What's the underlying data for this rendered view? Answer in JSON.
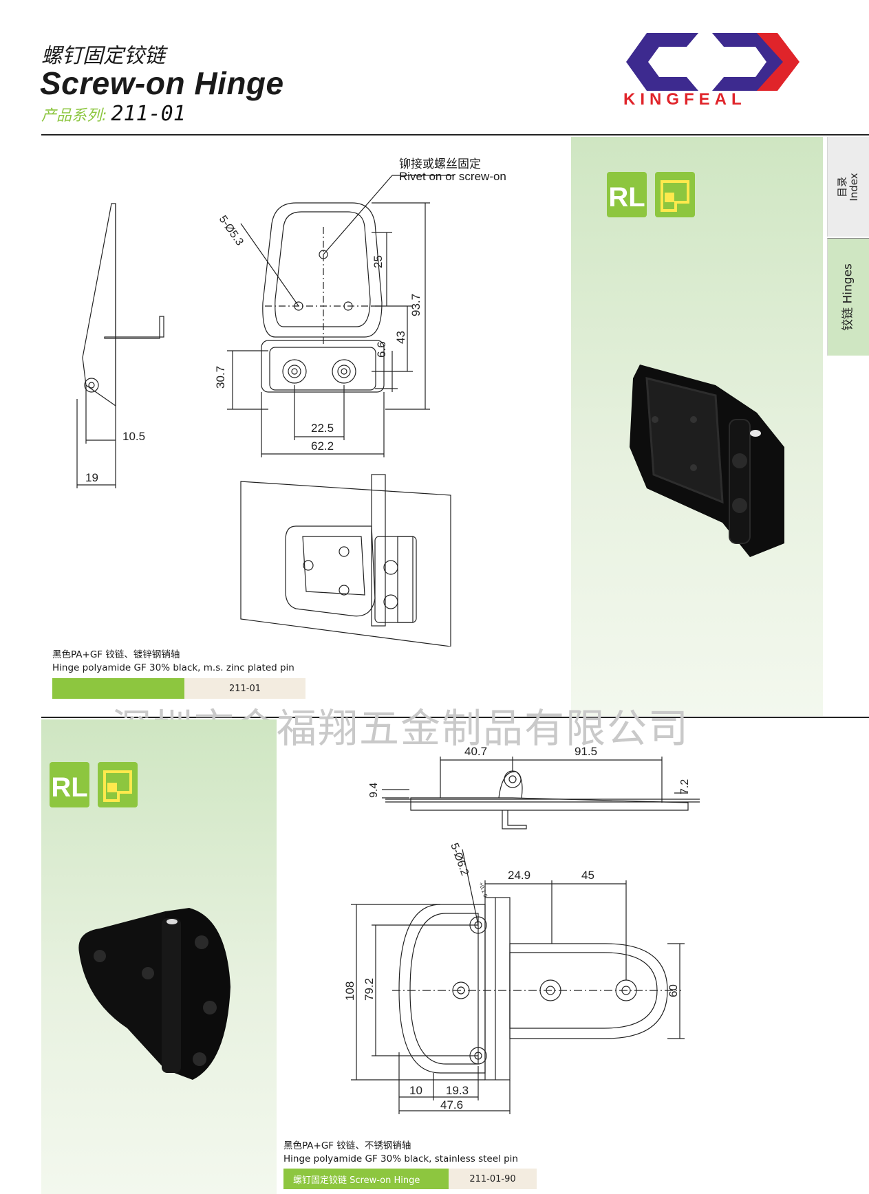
{
  "header": {
    "title_cn": "螺钉固定铰链",
    "title_en": "Screw-on Hinge",
    "series_label": "产品系列:",
    "series_code": "211-01",
    "logo_text": "KINGFEAL",
    "logo_colors": {
      "blue": "#3d2a8f",
      "red": "#e0242a"
    }
  },
  "sidebar": {
    "index_cn": "目录",
    "index_en": "Index",
    "hinges_label": "铰链 Hinges",
    "active_color": "#cfe6c2"
  },
  "badge": {
    "text": "RL",
    "color": "#8dc63f"
  },
  "product1": {
    "callout_cn": "铆接或螺丝固定",
    "callout_en": "Rivet on or screw-on",
    "dims": {
      "side_10_5": "10.5",
      "side_19": "19",
      "hole_label": "5-Ø5.3",
      "d25": "25",
      "d93_7": "93.7",
      "d6_6": "6.6",
      "d43": "43",
      "d30_7": "30.7",
      "d22_5": "22.5",
      "d62_2": "62.2"
    },
    "caption_cn": "黑色PA+GF 铰链、镀锌钢销轴",
    "caption_en": "Hinge polyamide GF 30% black, m.s. zinc plated pin",
    "code": "211-01"
  },
  "watermark": "深圳市金福翔五金制品有限公司",
  "product2": {
    "dims": {
      "d40_7": "40.7",
      "d91_5": "91.5",
      "d9_4": "9.4",
      "d7_2": "7.2",
      "hole_label": "5-Ø6.2",
      "hole_tol": "+0.1 0",
      "d24_9": "24.9",
      "d45": "45",
      "d108": "108",
      "d79_2": "79.2",
      "d60": "60",
      "d10": "10",
      "d19_3": "19.3",
      "d47_6": "47.6"
    },
    "caption_cn": "黑色PA+GF 铰链、不锈钢销轴",
    "caption_en": "Hinge polyamide GF 30% black, stainless  steel pin",
    "code_label": "螺钉固定铰链 Screw-on Hinge",
    "code": "211-01-90"
  }
}
